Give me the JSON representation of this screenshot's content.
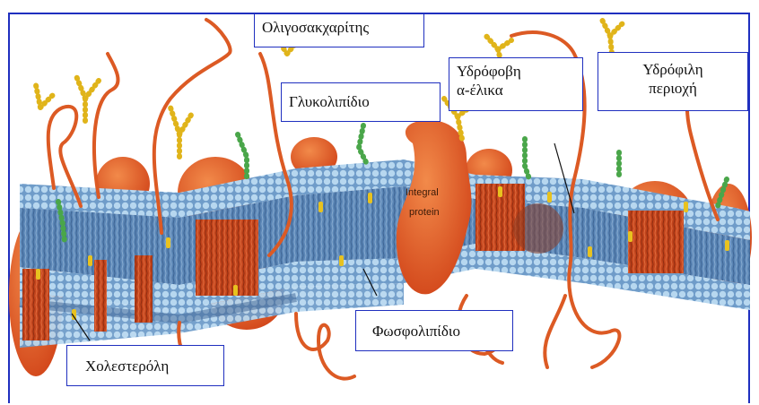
{
  "labels": {
    "oligosaccharide": "Ολιγοσακχαρίτης",
    "glycolipid": "Γλυκολιπίδιο",
    "hydrophobic_line1": "Υδρόφοβη",
    "hydrophobic_line2": "α-έλικα",
    "hydrophilic_line1": "Υδρόφιλη",
    "hydrophilic_line2": "περιοχή",
    "phospholipid": "Φωσφολιπίδιο",
    "cholesterol": "Χολεστερόλη"
  },
  "protein_text": {
    "line1": "Integral",
    "line2": "protein"
  },
  "colors": {
    "frame": "#1f2fbf",
    "protein": "#e0551e",
    "lipid_head": "#a9cde8",
    "lipid_tail": "#4f78a8",
    "sugar_yellow": "#e8c21f",
    "sugar_green": "#4aa64a"
  }
}
